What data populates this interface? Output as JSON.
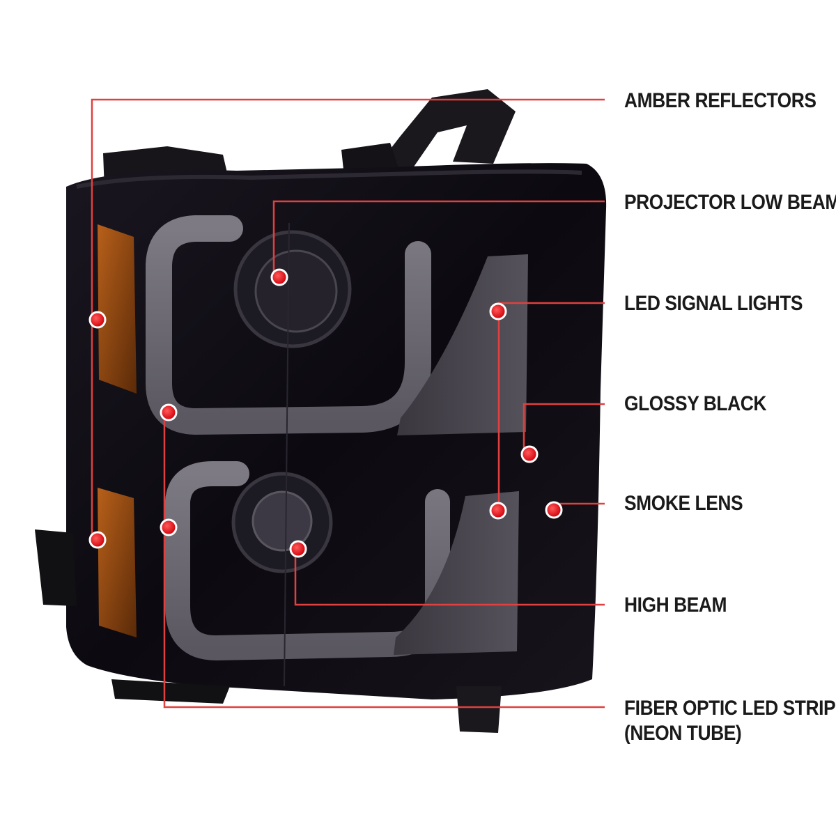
{
  "colors": {
    "leader": "#e0403f",
    "dot": "#e8101a",
    "label": "#1a1a1a"
  },
  "callouts": {
    "amber_reflectors": "AMBER REFLECTORS",
    "projector_low_beam": "PROJECTOR LOW BEAM",
    "led_signal_lights": "LED SIGNAL LIGHTS",
    "glossy_black": "GLOSSY BLACK",
    "smoke_lens": "SMOKE LENS",
    "high_beam": "HIGH BEAM",
    "fiber_optic_line1": "FIBER OPTIC LED STRIP",
    "fiber_optic_line2": "(NEON TUBE)"
  }
}
